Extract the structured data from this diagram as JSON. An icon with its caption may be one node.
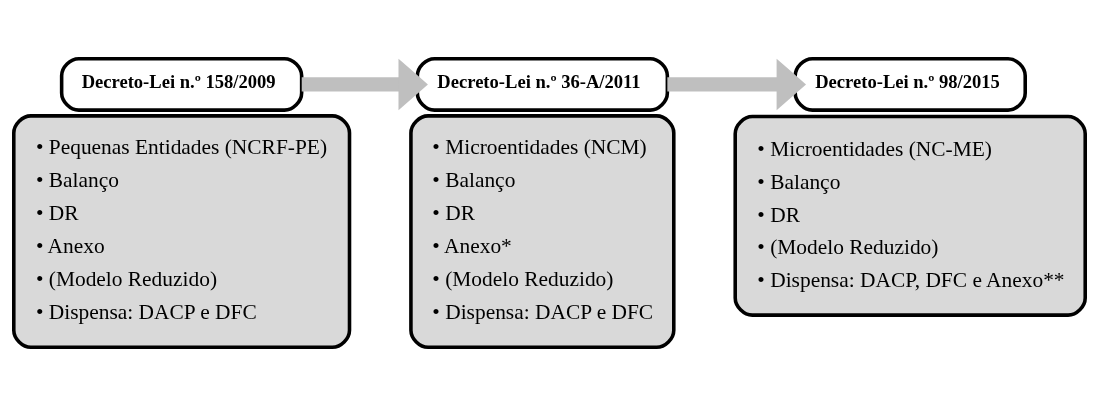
{
  "diagram": {
    "nodes": [
      {
        "text": [
          "Decreto-Lei n.º 158/2009"
        ]
      },
      {
        "text": [
          "• Pequenas Entidades (NCRF-PE)",
          "• Balanço",
          "• DR",
          "• Anexo",
          "• (Modelo Reduzido)",
          "• Dispensa: DACP e DFC"
        ]
      },
      {
        "text": [
          "Decreto-Lei n.º 36-A/2011"
        ]
      },
      {
        "text": [
          "• Microentidades (NCM)",
          "• Balanço",
          "• DR",
          "• Anexo*",
          "• (Modelo Reduzido)",
          "• Dispensa: DACP e DFC"
        ]
      },
      {
        "text": [
          "Decreto-Lei n.º 98/2015"
        ]
      },
      {
        "text": [
          "• Microentidades (NC-ME)",
          "• Balanço",
          "• DR",
          "• (Modelo Reduzido)",
          "• Dispensa: DACP, DFC e Anexo**"
        ]
      }
    ],
    "edges": [
      {
        "from": 0,
        "to": 2,
        "arrow": "to"
      },
      {
        "from": 2,
        "to": 4,
        "arrow": "to"
      }
    ]
  }
}
